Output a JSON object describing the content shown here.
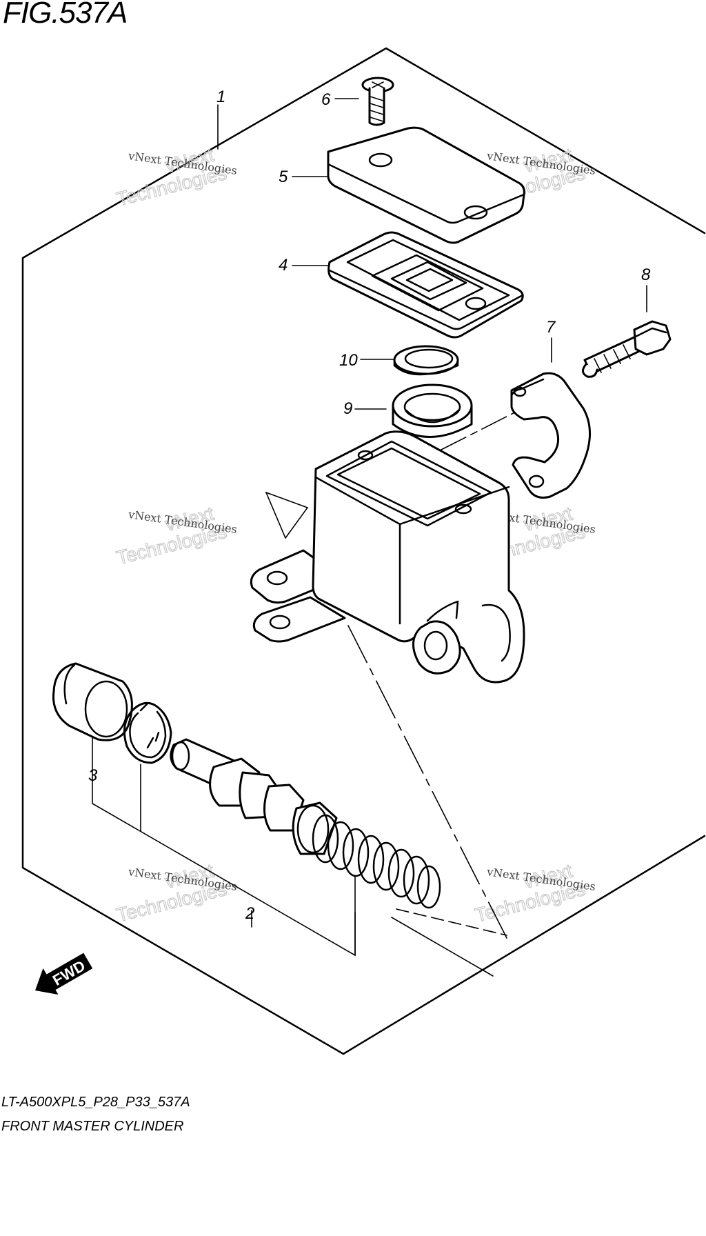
{
  "figure": {
    "title": "FIG.537A",
    "code": "LT-A500XPL5_P28_P33_537A",
    "name": "FRONT MASTER CYLINDER"
  },
  "callouts": [
    {
      "number": "1"
    },
    {
      "number": "2"
    },
    {
      "number": "3"
    },
    {
      "number": "4"
    },
    {
      "number": "5"
    },
    {
      "number": "6"
    },
    {
      "number": "7"
    },
    {
      "number": "8"
    },
    {
      "number": "9"
    },
    {
      "number": "10"
    }
  ],
  "watermark": {
    "small": "vNext Technologies",
    "large_line1": "vNext",
    "large_line2": "Technologies"
  },
  "direction_arrow": "FWD"
}
